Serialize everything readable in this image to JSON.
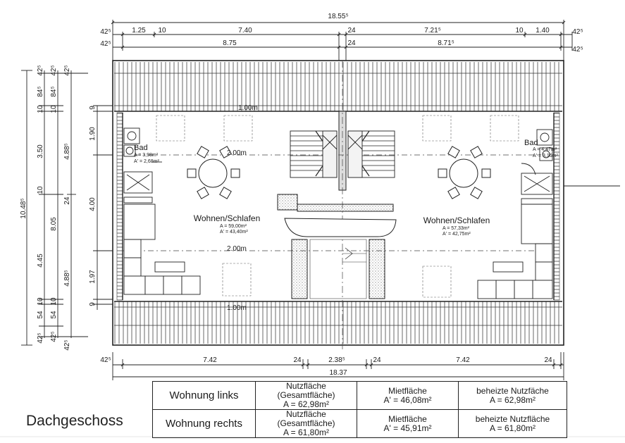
{
  "page_title": "Dachgeschoss",
  "dims_top": {
    "overall": "18.55⁵",
    "row1": [
      "42⁵",
      "1.25",
      "10",
      "7.40",
      "24",
      "7.21⁵",
      "10",
      "1.40",
      "42⁵"
    ],
    "row2": [
      "42⁵",
      "8.75",
      "24",
      "8.71⁵",
      "42⁵"
    ]
  },
  "dims_bottom": {
    "row1": [
      "42⁵",
      "7.42",
      "24",
      "2.38⁵",
      "24",
      "7.42",
      "24"
    ],
    "overall": "18.37"
  },
  "dims_left": {
    "col_a": [
      "42⁵",
      "84⁵",
      "10",
      "3.50",
      "10",
      "8.05",
      "4.45",
      "10",
      "54",
      "42⁵"
    ],
    "col_b": [
      "42⁵",
      "84⁵",
      "10",
      "24",
      "10",
      "54",
      "42⁵"
    ],
    "col_c": [
      "4.88⁵",
      "4.88⁵"
    ],
    "col_outer": "10.48⁵",
    "inner": [
      "9",
      "1.90",
      "4.00",
      "1.97",
      "9"
    ]
  },
  "rooms": {
    "left_living": {
      "name": "Wohnen/Schlafen",
      "area": "A = 59,00m²",
      "area2": "A' = 43,40m²"
    },
    "right_living": {
      "name": "Wohnen/Schlafen",
      "area": "A = 57,33m²",
      "area2": "A' = 42,75m²"
    },
    "left_bath": {
      "name": "Bad",
      "area": "A = 3,98m²",
      "area2": "A' = 2,68m²"
    },
    "right_bath": {
      "name": "Bad",
      "area": "A = 4,47m²",
      "area2": "A' = 3,16m²"
    }
  },
  "plan_labels": {
    "height_top": "1.00m",
    "height_mid_left": "2.00m",
    "height_mid_lower": "2.00m",
    "height_bottom": "1.00m"
  },
  "area_table": {
    "rows": [
      {
        "name": "Wohnung links",
        "nutz_label": "Nutzfläche (Gesamtfläche)",
        "nutz_value": "A = 62,98m²",
        "miet_label": "Mietfläche",
        "miet_value": "A' = 46,08m²",
        "beheizt_label": "beheizte Nutzfäche",
        "beheizt_value": "A = 62,98m²"
      },
      {
        "name": "Wohnung rechts",
        "nutz_label": "Nutzfläche (Gesamtfläche)",
        "nutz_value": "A = 61,80m²",
        "miet_label": "Mietfläche",
        "miet_value": "A' = 45,91m²",
        "beheizt_label": "beheizte Nutzfläche",
        "beheizt_value": "A = 61,80m²"
      }
    ]
  }
}
